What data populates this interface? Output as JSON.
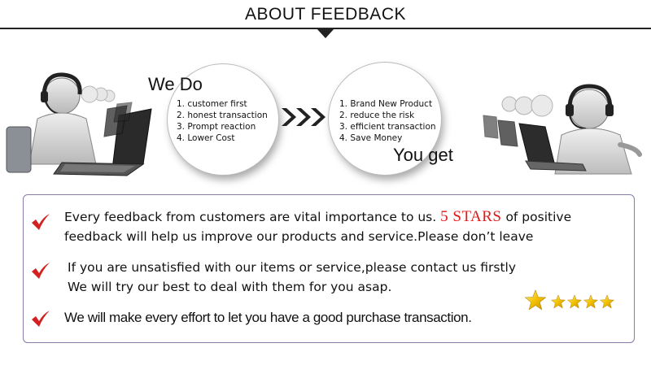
{
  "header": {
    "title": "ABOUT FEEDBACK"
  },
  "we_do": {
    "title": "We Do",
    "items": [
      "1. customer first",
      "2. honest transaction",
      "3. Prompt reaction",
      "4. Lower Cost"
    ]
  },
  "you_get": {
    "title": "You get",
    "items": [
      "1. Brand New Product",
      "2. reduce the risk",
      "3. efficient transaction",
      "4. Save Money"
    ]
  },
  "messages": {
    "m1_line1_a": "Every feedback from customers are vital importance to us.",
    "m1_stars": "5 STARS",
    "m1_line1_b": "of positive",
    "m1_line2": "feedback will help us improve our products and service.Please don’t leave",
    "m2_line1": "If you are unsatisfied with our items or service,please contact us firstly",
    "m2_line2": "We will try our best to deal with them for you asap.",
    "m3_line1": "We will make every effort to let you have a good purchase transaction."
  },
  "rating": {
    "value": 5,
    "max": 5
  },
  "colors": {
    "check": "#d42020",
    "stars_text": "#e01818",
    "star_gold": "#f2c200",
    "box_border": "#8a7aa8"
  },
  "icons": [
    "checkmark-icon",
    "chevron-right-icon",
    "star-icon",
    "headset-agent-icon"
  ]
}
